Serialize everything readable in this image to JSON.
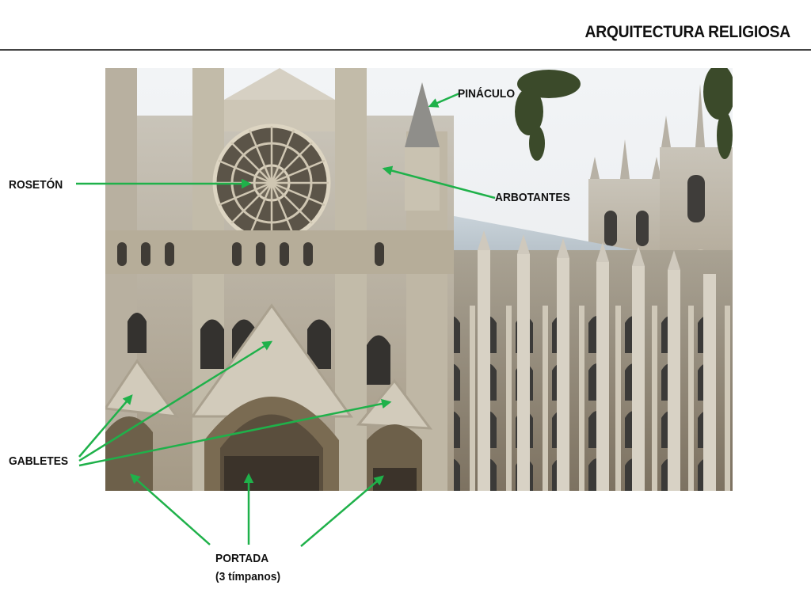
{
  "slide": {
    "title": "ARQUITECTURA RELIGIOSA"
  },
  "photo": {
    "subject": "cathedral-facade-photo"
  },
  "annotations": {
    "pinaculo": "PINÁCULO",
    "roseton": "ROSETÓN",
    "arbotantes": "ARBOTANTES",
    "gabletes": "GABLETES",
    "portada_line1": "PORTADA",
    "portada_line2": "(3 tímpanos)"
  },
  "colors": {
    "arrow": "#1fb14a",
    "rule": "#444444",
    "text": "#111111"
  }
}
